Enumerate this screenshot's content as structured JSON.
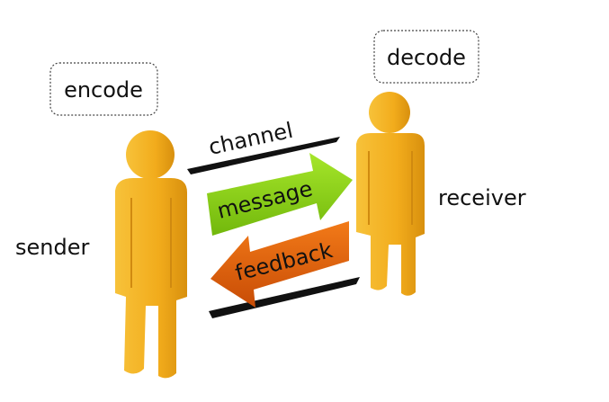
{
  "labels": {
    "encode": "encode",
    "decode": "decode",
    "sender": "sender",
    "receiver": "receiver",
    "channel": "channel",
    "message": "message",
    "feedback": "feedback"
  },
  "colors": {
    "figure": "#f2b01e",
    "message_arrow": "#8ed416",
    "feedback_arrow": "#e8620c",
    "stroke": "#1a1a1a"
  }
}
